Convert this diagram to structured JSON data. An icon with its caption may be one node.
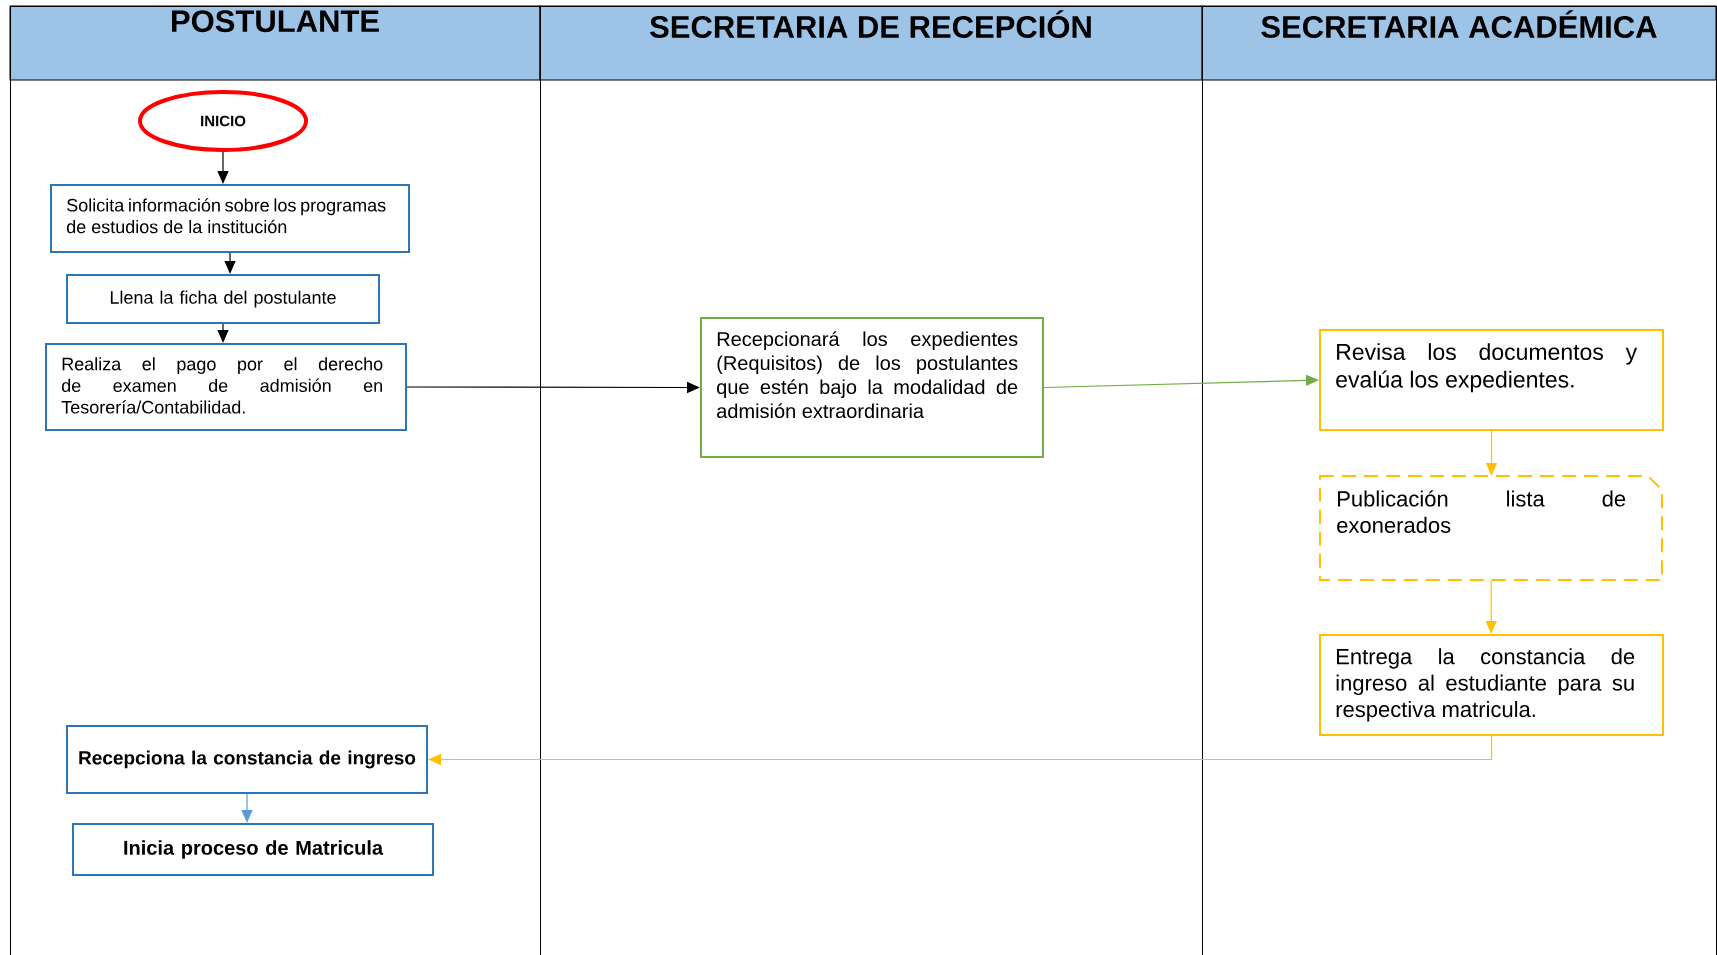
{
  "diagram": {
    "nodes": [
      {
        "text": [
          "POSTULANTE"
        ]
      },
      {
        "text": [
          "SECRETARIA DE RECEPCIÓN"
        ]
      },
      {
        "text": [
          "SECRETARIA ACADÉMICA"
        ]
      },
      {
        "text": [
          "INICIO"
        ],
        "in": 0
      },
      {
        "text": [
          "Solicita información sobre los programas de estudios de la institución"
        ],
        "in": 0
      },
      {
        "text": [
          "Llena la ficha del postulante"
        ],
        "in": 0
      },
      {
        "text": [
          "Realiza el pago por el derecho de examen de admisión en Tesorería/Contabilidad."
        ],
        "in": 0
      },
      {
        "text": [
          "Recepcionará los expedientes (Requisitos) de los postulantes que estén bajo la modalidad de admisión extraordinaria"
        ],
        "in": 1
      },
      {
        "text": [
          "Revisa los documentos y evalúa los expedientes."
        ],
        "in": 2
      },
      {
        "text": [
          "Publicación lista de exonerados"
        ],
        "in": 2
      },
      {
        "text": [
          "Entrega la constancia de ingreso al estudiante para su respectiva matricula."
        ],
        "in": 2
      },
      {
        "text": [
          "Recepciona la constancia de ingreso"
        ],
        "in": 0
      },
      {
        "text": [
          "Inicia proceso de Matricula"
        ],
        "in": 0
      }
    ],
    "edges": [
      {
        "from": 3,
        "to": 4,
        "arrow": "to"
      },
      {
        "from": 4,
        "to": 5,
        "arrow": "to"
      },
      {
        "from": 5,
        "to": 6,
        "arrow": "to"
      },
      {
        "from": 6,
        "to": 7,
        "arrow": "to"
      },
      {
        "from": 7,
        "to": 8,
        "arrow": "to",
        "color": "#70ad47"
      },
      {
        "from": 8,
        "to": 9,
        "arrow": "to",
        "color": "#ffc000"
      },
      {
        "from": 9,
        "to": 10,
        "arrow": "to",
        "color": "#ffc000"
      },
      {
        "from": 10,
        "to": 11,
        "arrow": "to",
        "color": "#ffc000"
      },
      {
        "from": 11,
        "to": 12,
        "arrow": "to",
        "color": "#5b9bd5"
      }
    ]
  }
}
